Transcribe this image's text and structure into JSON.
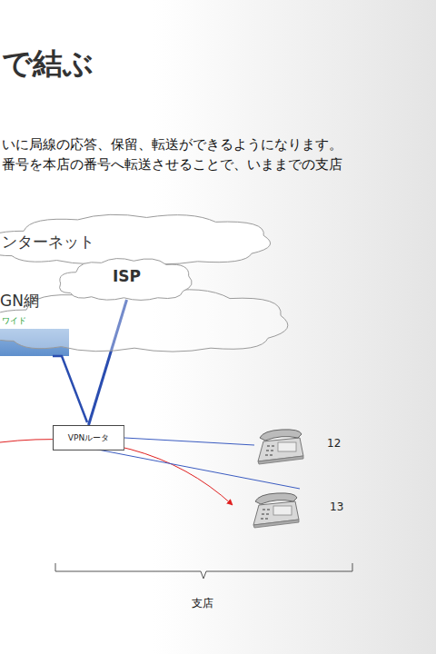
{
  "diagram": {
    "title": "で結ぶ",
    "nodes": [
      {
        "text": [
          "ンターネット"
        ]
      },
      {
        "text": [
          "ISP"
        ]
      },
      {
        "text": [
          "GN網",
          "ワイド"
        ]
      },
      {
        "text": [
          "VPNルータ"
        ]
      },
      {
        "text": [
          "12"
        ]
      },
      {
        "text": [
          "13"
        ]
      }
    ],
    "edges": [
      {
        "from": 1,
        "to": 3,
        "arrow": "none"
      },
      {
        "from": 3,
        "to": 4,
        "arrow": "none"
      },
      {
        "from": 3,
        "to": 5,
        "arrow": "none"
      }
    ],
    "labels": [
      "いに局線の応答、保留、転送ができるようになります。",
      "番号を本店の番号へ転送させることで、いままでの支店",
      "支店"
    ]
  }
}
